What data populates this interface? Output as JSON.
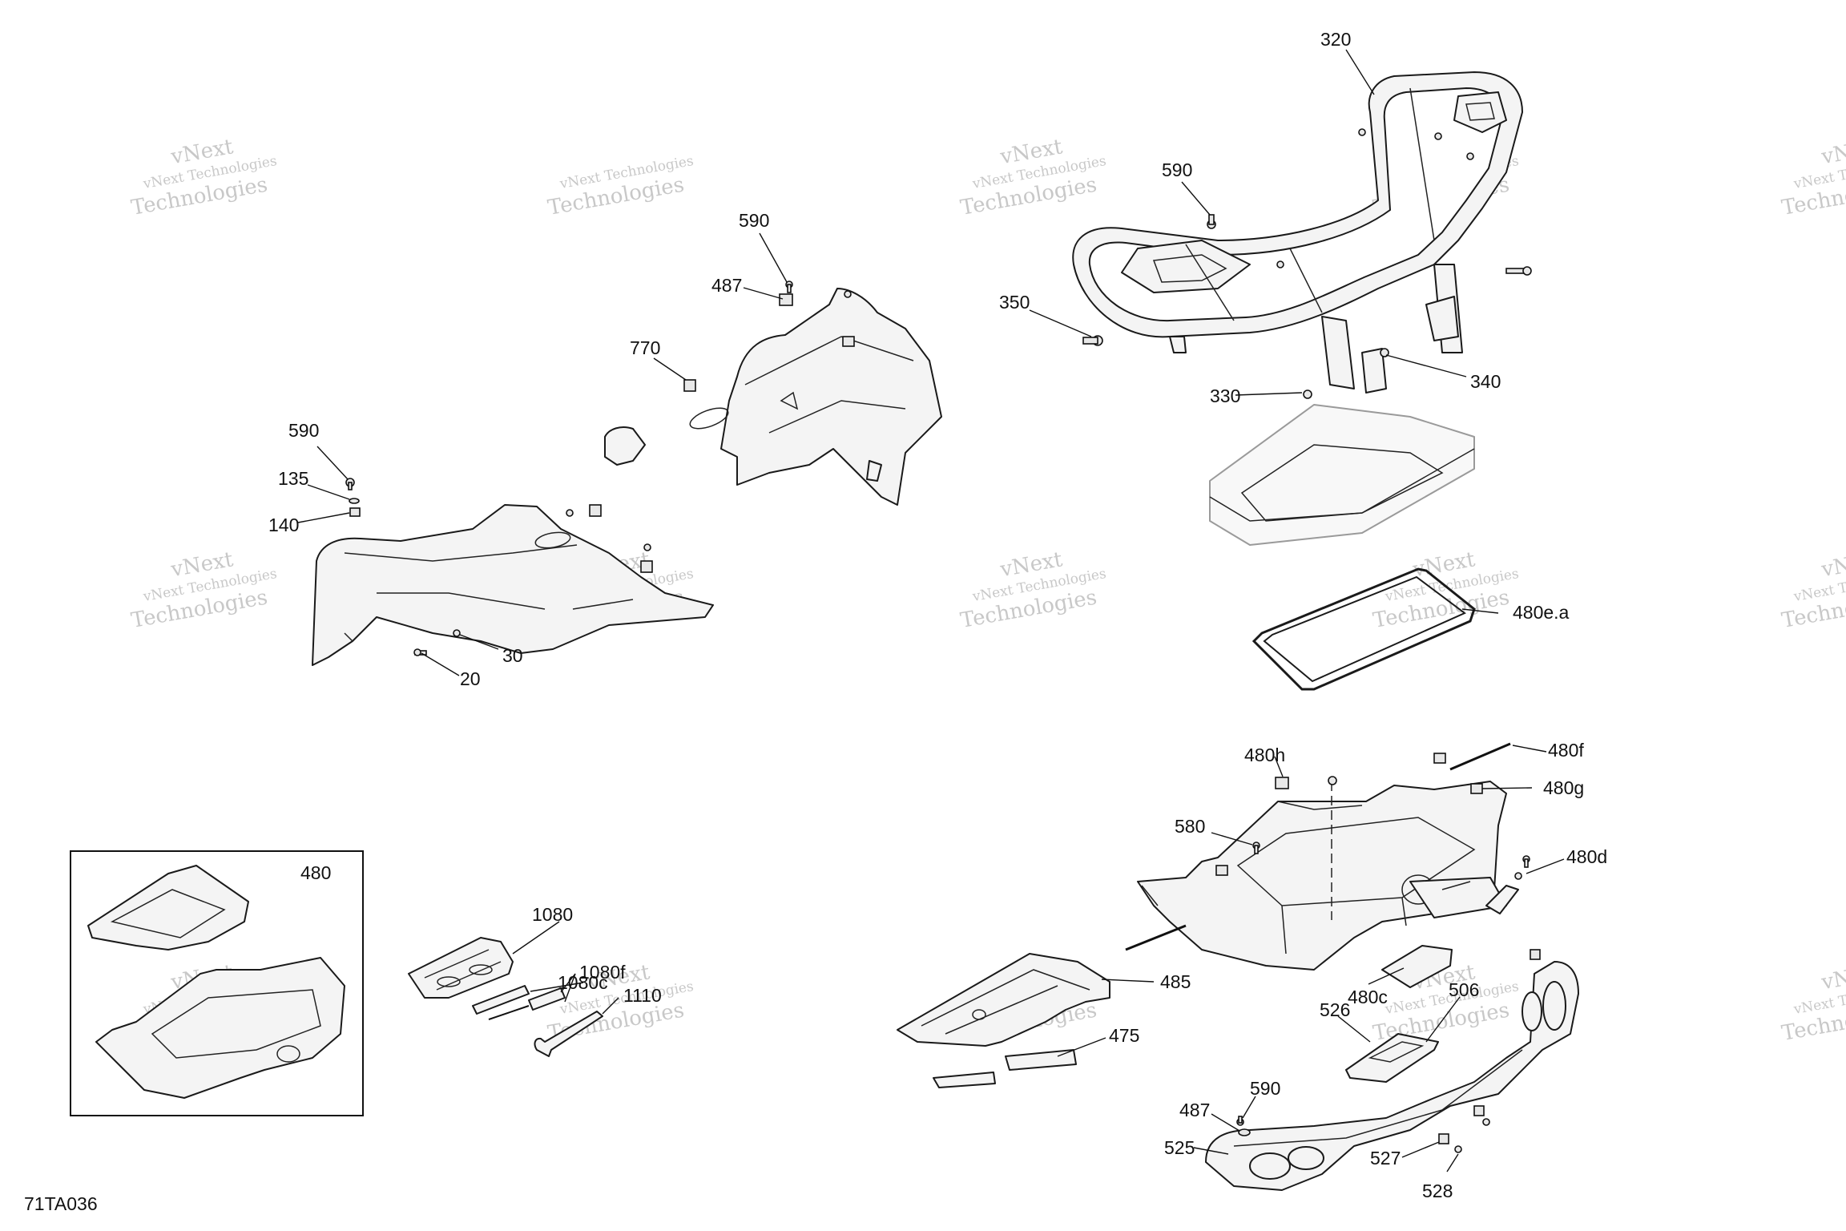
{
  "diagram_id": "71TA036",
  "watermark": {
    "line1": "vNext Technologies",
    "line2": "Technologies",
    "brand": "vNext"
  },
  "callouts": {
    "c320": "320",
    "c590_rack": "590",
    "c350": "350",
    "c330": "330",
    "c340": "340",
    "c480ea": "480e.a",
    "c590_fender": "590",
    "c487_fender": "487",
    "c770": "770",
    "c590_left": "590",
    "c135": "135",
    "c140": "140",
    "c30": "30",
    "c20": "20",
    "c480h": "480h",
    "c480f": "480f",
    "c480g": "480g",
    "c580": "580",
    "c480d": "480d",
    "c485": "485",
    "c480c": "480c",
    "c475": "475",
    "c526": "526",
    "c506": "506",
    "c590_bumper": "590",
    "c487_bumper": "487",
    "c525": "525",
    "c527": "527",
    "c528": "528",
    "c480_inset": "480",
    "c1080": "1080",
    "c1080c": "1080c",
    "c1080f": "1080f",
    "c1110": "1110"
  }
}
